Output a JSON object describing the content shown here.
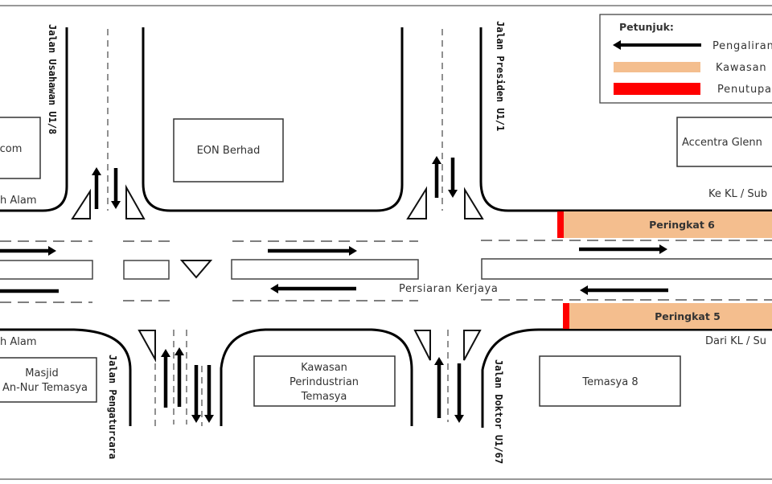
{
  "legend": {
    "title": "Petunjuk:",
    "items": [
      {
        "symbol": "arrow-left",
        "label": "Pengaliran",
        "color": "#000000"
      },
      {
        "symbol": "zone-swatch",
        "label": "Kawasan",
        "color": "#F4BE8E"
      },
      {
        "symbol": "closure-swatch",
        "label": "Penutupa",
        "color": "#FF0000"
      }
    ]
  },
  "roads": {
    "main": "Persiaran Kerjaya",
    "north_west": "Jalan Usahawan U1/8",
    "north_east": "Jalan Presiden U1/1",
    "south_west": "Jalan Pengaturcara",
    "south_east": "Jalan Doktor U1/67",
    "top_left_label": "h Alam",
    "bottom_left_label": "h Alam",
    "to_kl": "Ke KL / Sub",
    "from_kl": "Dari  KL / Su"
  },
  "buildings": {
    "top_left": "icom",
    "eon": "EON Berhad",
    "accentra": "Accentra Glenn",
    "masjid_line1": "Masjid",
    "masjid_line2": "An-Nur Temasya",
    "kawasan_line1": "Kawasan",
    "kawasan_line2": "Perindustrian",
    "kawasan_line3": "Temasya",
    "temasya8": "Temasya 8"
  },
  "zones": {
    "upper": {
      "label": "Peringkat 6",
      "fill": "#F4BE8E",
      "closure": "#FF0000"
    },
    "lower": {
      "label": "Peringkat 5",
      "fill": "#F4BE8E",
      "closure": "#FF0000"
    }
  }
}
